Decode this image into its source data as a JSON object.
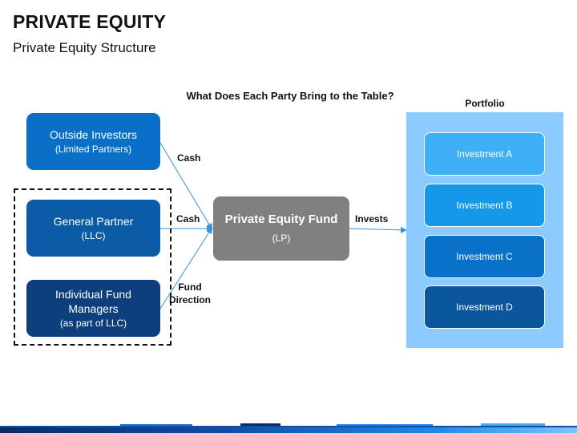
{
  "header": {
    "title": "PRIVATE EQUITY",
    "subtitle": "Private Equity Structure"
  },
  "diagram": {
    "question": "What Does Each Party Bring to the Table?",
    "parties": {
      "outside_investors": {
        "name": "Outside Investors",
        "detail": "(Limited Partners)"
      },
      "general_partner": {
        "name": "General Partner",
        "detail": "(LLC)"
      },
      "fund_managers": {
        "name_line1": "Individual Fund",
        "name_line2": "Managers",
        "detail": "(as part of LLC)"
      }
    },
    "fund": {
      "name": "Private Equity Fund",
      "detail": "(LP)"
    },
    "flows": {
      "cash_1": "Cash",
      "cash_2": "Cash",
      "fund_direction_line1": "Fund",
      "fund_direction_line2": "Direction",
      "invests": "Invests"
    },
    "portfolio": {
      "label": "Portfolio",
      "investments": [
        "Investment A",
        "Investment B",
        "Investment C",
        "Investment D"
      ]
    }
  },
  "colors": {
    "outside_investors": "#0a6fc6",
    "general_partner": "#0b5ba6",
    "fund_managers": "#0c3f7c",
    "fund": "#808080",
    "portfolio_bg": "#8ccaff",
    "arrow": "#3a8fd8"
  }
}
